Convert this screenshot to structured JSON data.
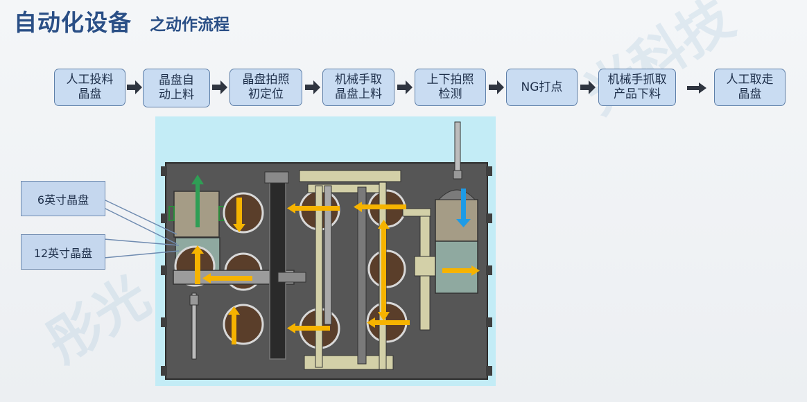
{
  "slide": {
    "title": "自动化设备",
    "subtitle": "之动作流程"
  },
  "flow": {
    "steps": [
      {
        "label": "人工投料\n晶盘"
      },
      {
        "label": "晶盘自\n动上料"
      },
      {
        "label": "晶盘拍照\n初定位"
      },
      {
        "label": "机械手取\n晶盘上料"
      },
      {
        "label": "上下拍照\n检测"
      },
      {
        "label": "NG打点"
      },
      {
        "label": "机械手抓取\n产品下料"
      },
      {
        "label": "人工取走\n晶盘"
      }
    ]
  },
  "callouts": {
    "wafer_6inch": "6英寸晶盘",
    "wafer_12inch": "12英寸晶盘"
  },
  "colors": {
    "title": "#2a4f86",
    "step_fill": "#c9dcf2",
    "step_border": "#5e7fa8",
    "flow_arrow": "#2f3540",
    "machine_background": "#c3ecf6",
    "motion_arrow_main": "#f6b300",
    "motion_arrow_loading": "#2f9e55",
    "motion_arrow_unloading": "#1e9be6"
  }
}
